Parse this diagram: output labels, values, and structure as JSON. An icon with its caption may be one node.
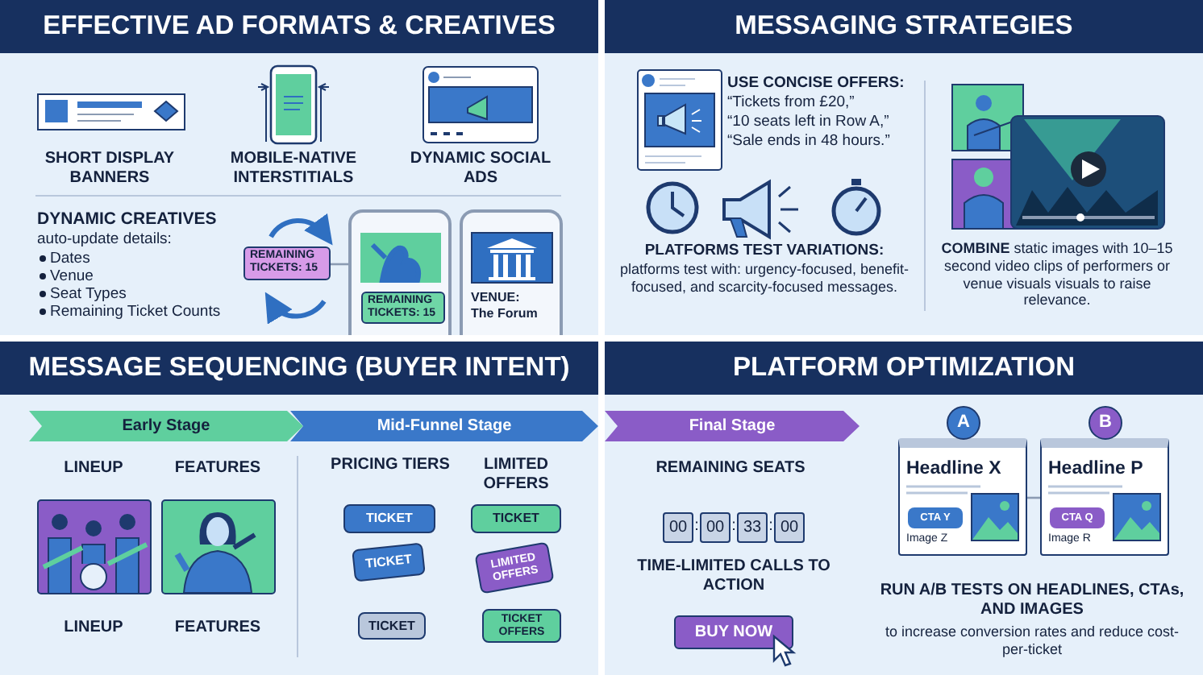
{
  "diagram": {
    "nodes": [
      {
        "text": [
          "EFFECTIVE AD FORMATS & CREATIVES"
        ]
      },
      {
        "text": [
          "REMAINING TICKETS: 15"
        ],
        "in": 0
      },
      {
        "text": [],
        "shape": "box",
        "in": 0
      },
      {
        "text": [
          "REMAINING TICKETS: 15"
        ],
        "in": 2
      },
      {
        "text": [
          "VENUE:",
          "The Forum"
        ],
        "in": 0
      },
      {
        "text": [
          "MESSAGING STRATEGIES"
        ]
      },
      {
        "text": [
          "MESSAGE SEQUENCING (BUYER INTENT)"
        ]
      },
      {
        "text": [
          "Early Stage"
        ],
        "in": 6
      },
      {
        "text": [
          "Mid-Funnel Stage"
        ],
        "in": 6
      },
      {
        "text": [
          "TICKET"
        ],
        "in": 6
      },
      {
        "text": [
          "TICKET"
        ],
        "in": 6
      },
      {
        "text": [
          "TICKET"
        ],
        "in": 6
      },
      {
        "text": [
          "LIMITED OFFERS"
        ],
        "in": 6
      },
      {
        "text": [
          "TICKET"
        ],
        "in": 6
      },
      {
        "text": [
          "TICKET OFFERS"
        ],
        "in": 6
      },
      {
        "text": [
          "PLATFORM OPTIMIZATION"
        ]
      },
      {
        "text": [
          "Final Stage"
        ],
        "in": 15
      },
      {
        "text": [
          "00"
        ],
        "in": 15
      },
      {
        "text": [
          "00"
        ],
        "in": 15
      },
      {
        "text": [
          "33"
        ],
        "in": 15
      },
      {
        "text": [
          "00"
        ],
        "in": 15
      },
      {
        "text": [
          "BUY NOW"
        ],
        "in": 15
      },
      {
        "text": [
          "Headline X",
          "Image Z"
        ],
        "in": 15
      },
      {
        "text": [
          "A"
        ],
        "in": 15
      },
      {
        "text": [
          "CTA Y"
        ],
        "in": 22
      },
      {
        "text": [
          "Headline P",
          "Image R"
        ],
        "in": 15
      },
      {
        "text": [
          "B"
        ],
        "in": 15
      },
      {
        "text": [
          "CTA Q"
        ],
        "in": 25
      }
    ],
    "edges": [
      {
        "from": 1,
        "to": 2,
        "arrow": "none"
      },
      {
        "from": 22,
        "to": 25,
        "arrow": "none"
      }
    ],
    "labels": [
      "SHORT DISPLAY BANNERS",
      "MOBILE-NATIVE INTERSTITIALS",
      "DYNAMIC SOCIAL ADS",
      "DYNAMIC CREATIVES",
      "auto-update details:",
      "Dates",
      "Venue",
      "Seat Types",
      "Remaining Ticket Counts",
      "USE CONCISE OFFERS:",
      "“Tickets from £20,”",
      "“10 seats left in Row A,”",
      "“Sale ends in 48 hours.”",
      "PLATFORMS TEST VARIATIONS:",
      "platforms test with: urgency-focused, benefit-focused, and scarcity-focused messages.",
      "**COMBINE** static images with 10–15 second video clips of performers or venue visuals visuals to raise relevance.",
      "LINEUP",
      "FEATURES",
      "PRICING TIERS",
      "LIMITED OFFERS",
      "LINEUP",
      "FEATURES",
      "REMAINING SEATS",
      ":",
      ":",
      ":",
      "TIME-LIMITED CALLS TO ACTION",
      "RUN A/B TESTS ON HEADLINES, CTAs, AND IMAGES",
      "to increase conversion rates and reduce cost-per-ticket"
    ]
  }
}
